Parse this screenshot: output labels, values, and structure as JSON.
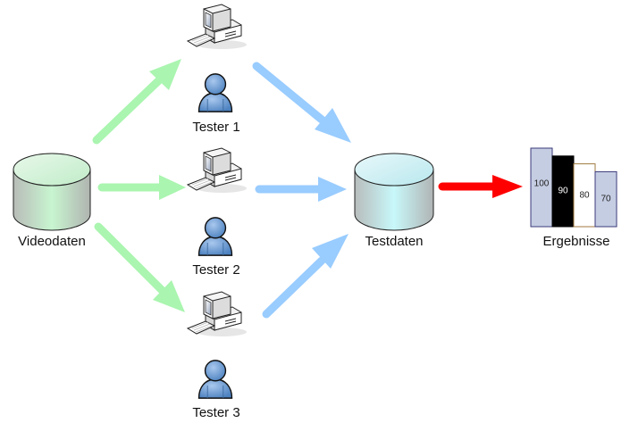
{
  "diagram": {
    "colors": {
      "input_arrow": "#aaf5b0",
      "tester_arrow": "#99ccff",
      "result_arrow": "#ff0000",
      "videodaten_fill": "#c8f5d0",
      "testdaten_fill": "#c8f5f8",
      "person_fill": "#6a9fd4",
      "bar_light": "#c5cde3",
      "bar_black": "#000000",
      "bar_white": "#ffffff"
    },
    "nodes": {
      "videodaten": {
        "label": "Videodaten",
        "icon": "database-icon"
      },
      "testdaten": {
        "label": "Testdaten",
        "icon": "database-icon"
      },
      "ergebnisse": {
        "label": "Ergebnisse",
        "icon": "bar-chart-icon"
      },
      "testers": [
        {
          "label": "Tester 1",
          "icons": [
            "computer-icon",
            "person-icon"
          ]
        },
        {
          "label": "Tester 2",
          "icons": [
            "computer-icon",
            "person-icon"
          ]
        },
        {
          "label": "Tester 3",
          "icons": [
            "computer-icon",
            "person-icon"
          ]
        }
      ]
    },
    "edges": [
      {
        "from": "videodaten",
        "to": "tester-1"
      },
      {
        "from": "videodaten",
        "to": "tester-2"
      },
      {
        "from": "videodaten",
        "to": "tester-3"
      },
      {
        "from": "tester-1",
        "to": "testdaten"
      },
      {
        "from": "tester-2",
        "to": "testdaten"
      },
      {
        "from": "tester-3",
        "to": "testdaten"
      },
      {
        "from": "testdaten",
        "to": "ergebnisse"
      }
    ],
    "results_bars": [
      {
        "value": 100,
        "label": "100",
        "style": "light"
      },
      {
        "value": 90,
        "label": "90",
        "style": "black"
      },
      {
        "value": 80,
        "label": "80",
        "style": "white"
      },
      {
        "value": 70,
        "label": "70",
        "style": "light"
      }
    ]
  }
}
